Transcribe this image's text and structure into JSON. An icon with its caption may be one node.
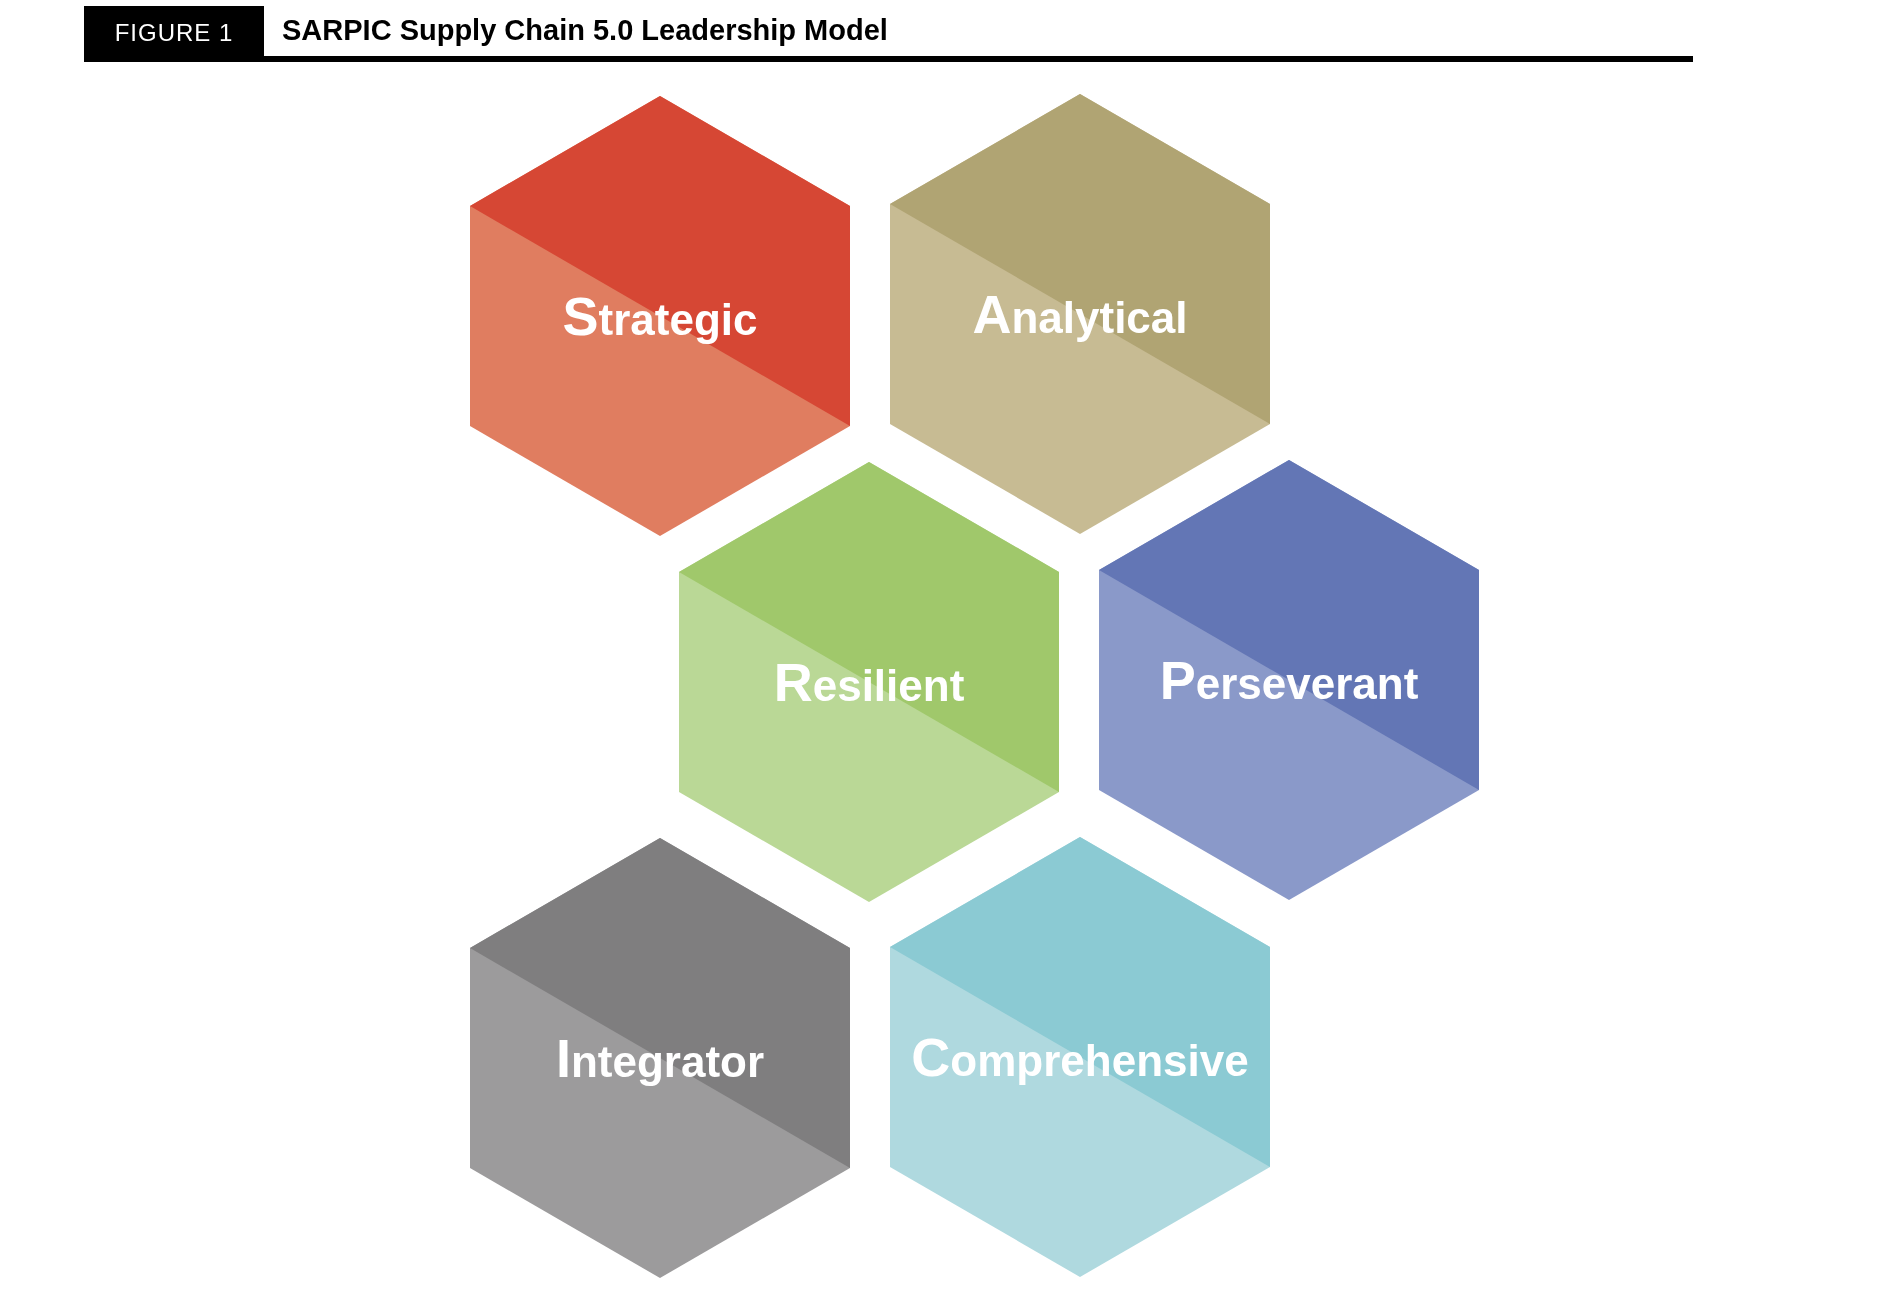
{
  "diagram": {
    "title": "SARPIC Supply Chain 5.0 Leadership Model",
    "nodes": [
      {
        "text": [
          "Strategic"
        ]
      },
      {
        "text": [
          "Analytical"
        ]
      },
      {
        "text": [
          "Resilient"
        ]
      },
      {
        "text": [
          "Perseverant"
        ]
      },
      {
        "text": [
          "Integrator"
        ]
      },
      {
        "text": [
          "Comprehensive"
        ]
      }
    ],
    "labels": [
      "FIGURE 1"
    ]
  }
}
